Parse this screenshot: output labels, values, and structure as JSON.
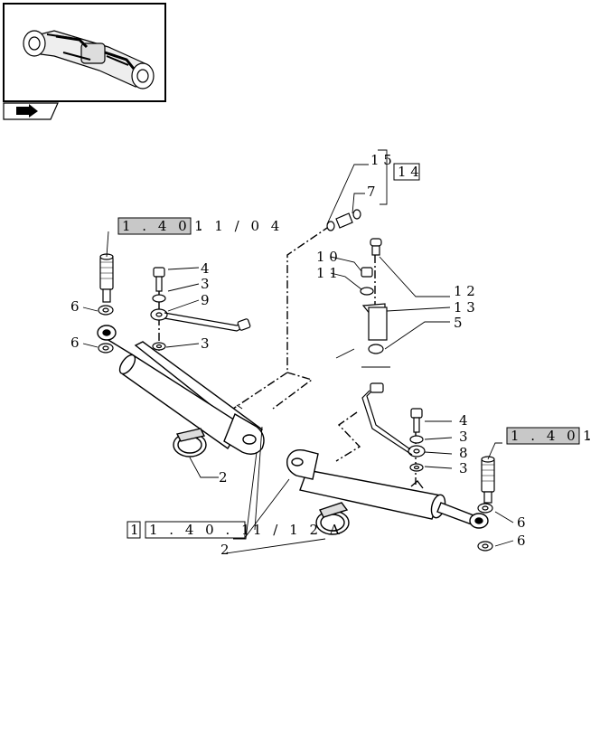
{
  "callouts": {
    "c1": "1 5",
    "c2": "1 4",
    "c3": "7",
    "c4": "1 . 4 0 .",
    "c5": "1 1 / 0 4",
    "c6": "1 0",
    "c7": "1 1",
    "c8": "4",
    "c9": "3",
    "c10": "9",
    "c11": "6",
    "c12": "6",
    "c13": "3",
    "c14": "1 2",
    "c15": "1 3",
    "c16": "5",
    "c17": "4",
    "c18": "3",
    "c19": "8",
    "c20": "3",
    "c21": "1 . 4 0 .",
    "c22": "1",
    "c23": "2",
    "c24": "6",
    "c25": "6",
    "c26": "1",
    "c27": "1 . 4 0 . 1",
    "c28": "1 / 1 2 A",
    "c29": "2"
  },
  "colors": {
    "ink": "#000000",
    "highlight_box": "#c8c8c8",
    "background": "#ffffff"
  }
}
